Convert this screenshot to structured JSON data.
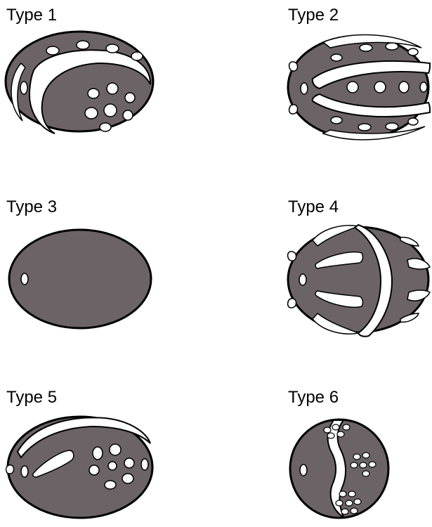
{
  "colors": {
    "body": "#6b6365",
    "outline": "#000000",
    "decoration": "#ffffff",
    "background": "#ffffff"
  },
  "figures": [
    {
      "label": "Type 1"
    },
    {
      "label": "Type 2"
    },
    {
      "label": "Type 3"
    },
    {
      "label": "Type 4"
    },
    {
      "label": "Type 5"
    },
    {
      "label": "Type 6"
    }
  ]
}
